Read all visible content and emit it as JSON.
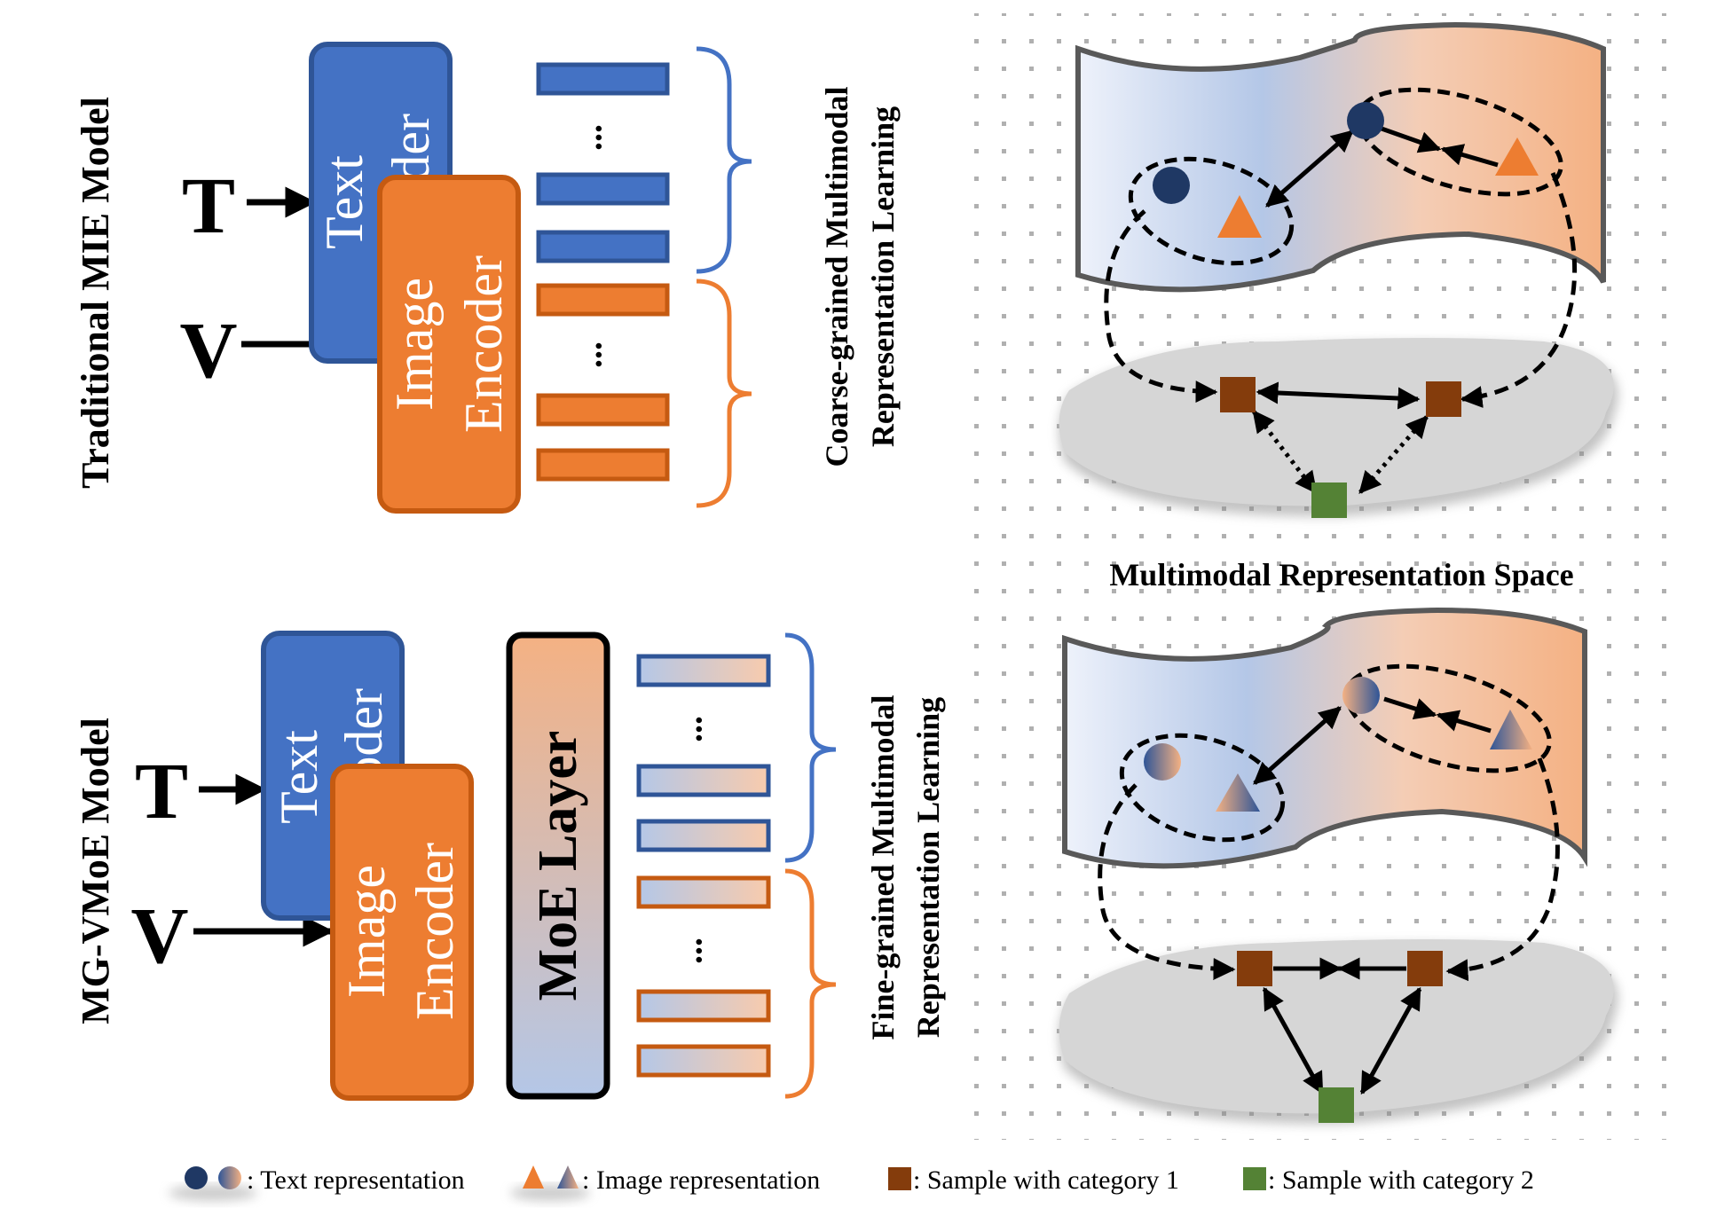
{
  "top": {
    "model_label": "Traditional MIE Model",
    "input_t": "T",
    "input_v": "V",
    "text_encoder": {
      "line1": "Text",
      "line2": "Encoder"
    },
    "image_encoder": {
      "line1": "Image",
      "line2": "Encoder"
    },
    "dots": "...",
    "learning_label": {
      "line1": "Coarse-grained Multimodal",
      "line2": "Representation Learning"
    }
  },
  "bottom": {
    "model_label": "MG-VMoE Model",
    "input_t": "T",
    "input_v": "V",
    "text_encoder": {
      "line1": "Text",
      "line2": "Encoder"
    },
    "image_encoder": {
      "line1": "Image",
      "line2": "Encoder"
    },
    "moe_layer": "MoE Layer",
    "dots": "...",
    "learning_label": {
      "line1": "Fine-grained Multimodal",
      "line2": "Representation Learning"
    }
  },
  "space_label": "Multimodal Representation Space",
  "legend": {
    "text_rep": ": Text representation",
    "image_rep": ": Image representation",
    "cat1": ": Sample with category 1",
    "cat2": ": Sample with category 2"
  },
  "colors": {
    "text_blue": "#4472c4",
    "text_blue_dark": "#2f5597",
    "image_orange": "#ed7d31",
    "image_orange_dark": "#c55a11",
    "navy": "#1f3864",
    "cat1_brown": "#843c0c",
    "cat2_green": "#548235",
    "surface_gray": "#d6d6d6"
  }
}
